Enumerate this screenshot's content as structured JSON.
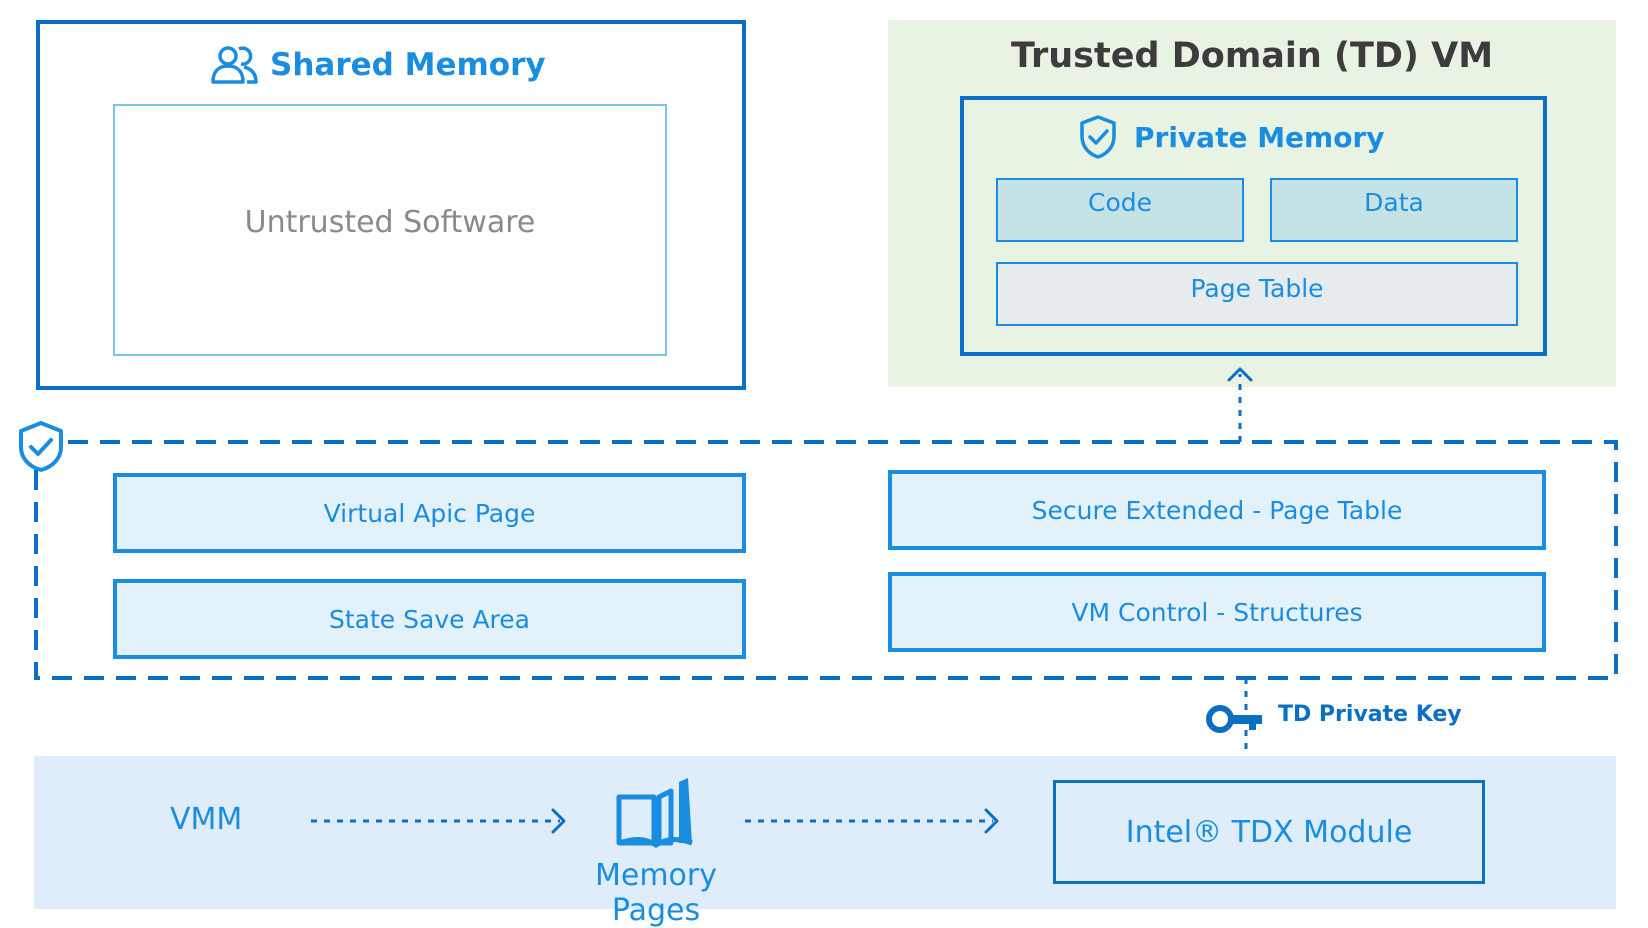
{
  "shared_memory": {
    "title": "Shared Memory",
    "untrusted_label": "Untrusted Software"
  },
  "td_vm": {
    "title": "Trusted Domain (TD) VM",
    "private_memory": {
      "title": "Private Memory",
      "code_label": "Code",
      "data_label": "Data",
      "page_table_label": "Page Table"
    }
  },
  "secure_region": {
    "virtual_apic_label": "Virtual Apic Page",
    "state_save_label": "State Save Area",
    "sept_label": "Secure Extended - Page Table",
    "vmcs_label": "VM Control - Structures"
  },
  "key": {
    "label": "TD Private Key"
  },
  "bottom": {
    "vmm_label": "VMM",
    "memory_pages_label": "Memory Pages",
    "tdx_module_label": "Intel® TDX Module"
  },
  "colors": {
    "primary_blue": "#0b6fc3",
    "accent_blue": "#1a8de0",
    "td_background": "#e8f3e4",
    "bottom_band": "#deedf9",
    "cell_teal": "#c5e3e6"
  },
  "icons": {
    "shared_memory": "users-icon",
    "private_memory": "shield-check-icon",
    "secure_region": "shield-check-icon",
    "key": "key-icon",
    "memory_pages": "book-icon"
  }
}
